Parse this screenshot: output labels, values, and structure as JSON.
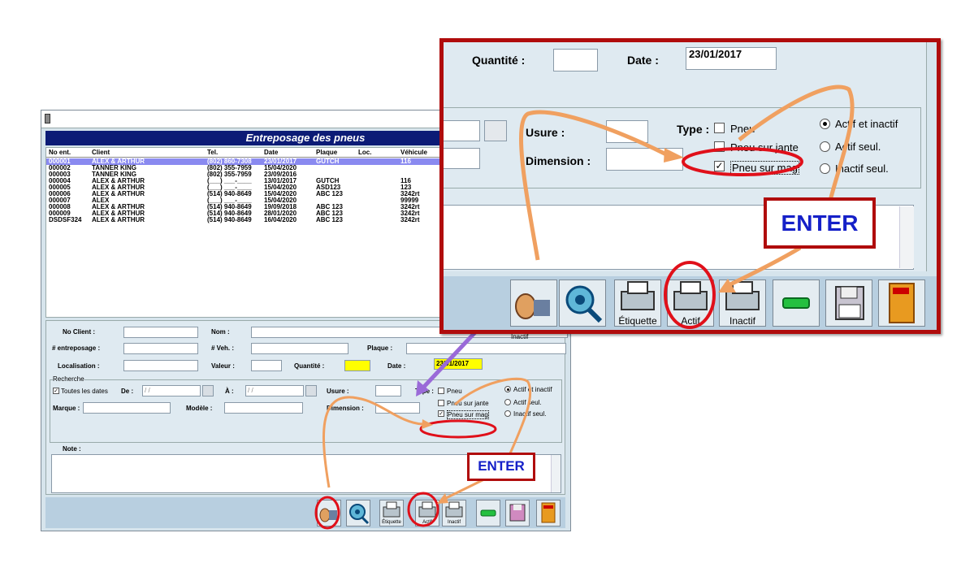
{
  "main_window": {
    "banner": "Entreposage des pneus",
    "columns": [
      "No ent.",
      "Client",
      "Tel.",
      "Date",
      "Plaque",
      "Loc.",
      "Véhicule"
    ],
    "rows": [
      {
        "no": "000001",
        "client": "ALEX & ARTHUR",
        "tel": "(802) 860-7308",
        "date": "23/01/2017",
        "plaque": "GUTCH",
        "loc": "",
        "veh": "116",
        "selected": true
      },
      {
        "no": "000002",
        "client": "TANNER KING",
        "tel": "(802) 355-7959",
        "date": "15/04/2020",
        "plaque": "",
        "loc": "",
        "veh": ""
      },
      {
        "no": "000003",
        "client": "TANNER KING",
        "tel": "(802) 355-7959",
        "date": "23/09/2016",
        "plaque": "",
        "loc": "",
        "veh": ""
      },
      {
        "no": "000004",
        "client": "ALEX & ARTHUR",
        "tel": "(___) ___-____",
        "date": "13/01/2017",
        "plaque": "GUTCH",
        "loc": "",
        "veh": "116"
      },
      {
        "no": "000005",
        "client": "ALEX & ARTHUR",
        "tel": "(___) ___-____",
        "date": "15/04/2020",
        "plaque": "ASD123",
        "loc": "",
        "veh": "123"
      },
      {
        "no": "000006",
        "client": "ALEX & ARTHUR",
        "tel": "(514) 940-8649",
        "date": "15/04/2020",
        "plaque": "ABC 123",
        "loc": "",
        "veh": "3242rt"
      },
      {
        "no": "000007",
        "client": "ALEX",
        "tel": "(___) ___-____",
        "date": "15/04/2020",
        "plaque": "",
        "loc": "",
        "veh": "99999"
      },
      {
        "no": "000008",
        "client": "ALEX & ARTHUR",
        "tel": "(514) 940-8649",
        "date": "19/09/2018",
        "plaque": "ABC 123",
        "loc": "",
        "veh": "3242rt"
      },
      {
        "no": "000009",
        "client": "ALEX & ARTHUR",
        "tel": "(514) 940-8649",
        "date": "28/01/2020",
        "plaque": "ABC 123",
        "loc": "",
        "veh": "3242rt"
      },
      {
        "no": "DSDSF324",
        "client": "ALEX & ARTHUR",
        "tel": "(514) 940-8649",
        "date": "16/04/2020",
        "plaque": "ABC 123",
        "loc": "",
        "veh": "3242rt"
      }
    ],
    "form": {
      "no_client": "No Client :",
      "nom": "Nom :",
      "entreposage": "# entreposage :",
      "veh": "# Veh. :",
      "plaque": "Plaque :",
      "localisation": "Localisation :",
      "valeur": "Valeur :",
      "quantite": "Quantité :",
      "date": "Date :",
      "date_value": "23/01/2017",
      "recherche": "Recherche",
      "toutes_dates": "Toutes les dates",
      "de": "De :",
      "a": "À :",
      "date_placeholder": " / /",
      "usure": "Usure :",
      "type": "Type :",
      "marque": "Marque :",
      "modele": "Modèle :",
      "dimension": "Dimension :",
      "pneu": "Pneu",
      "pneu_jante": "Pneu sur jante",
      "pneu_mag": "Pneu sur mag",
      "actif_inactif": "Actif et inactif",
      "actif_seul": "Actif seul.",
      "inactif_seul": "Inactif seul.",
      "note": "Note :",
      "inactif_partial": "Inactif"
    },
    "toolbar": {
      "etiquette": "Étiquette",
      "actif": "Actif",
      "inactif": "Inactif"
    },
    "enter": "ENTER"
  },
  "zoom_panel": {
    "quantite": "Quantité :",
    "date": "Date :",
    "date_value": "23/01/2017",
    "usure": "Usure :",
    "dimension": "Dimension :",
    "type": "Type :",
    "pneu": "Pneu",
    "pneu_jante": "Pneu sur jante",
    "pneu_mag": "Pneu sur mag",
    "actif_inactif": "Actif et inactif",
    "actif_seul": "Actif seul.",
    "inactif_seul": "Inactif seul.",
    "enter": "ENTER",
    "etiquette": "Étiquette",
    "actif": "Actif",
    "inactif": "Inactif"
  },
  "colors": {
    "banner": "#0c1b76",
    "selected_row": "#8a8af0",
    "highlight_red": "#e0101a",
    "arrow_orange": "#f0a060",
    "arrow_purple": "#9a6ad8",
    "enter_text": "#1520c8"
  }
}
